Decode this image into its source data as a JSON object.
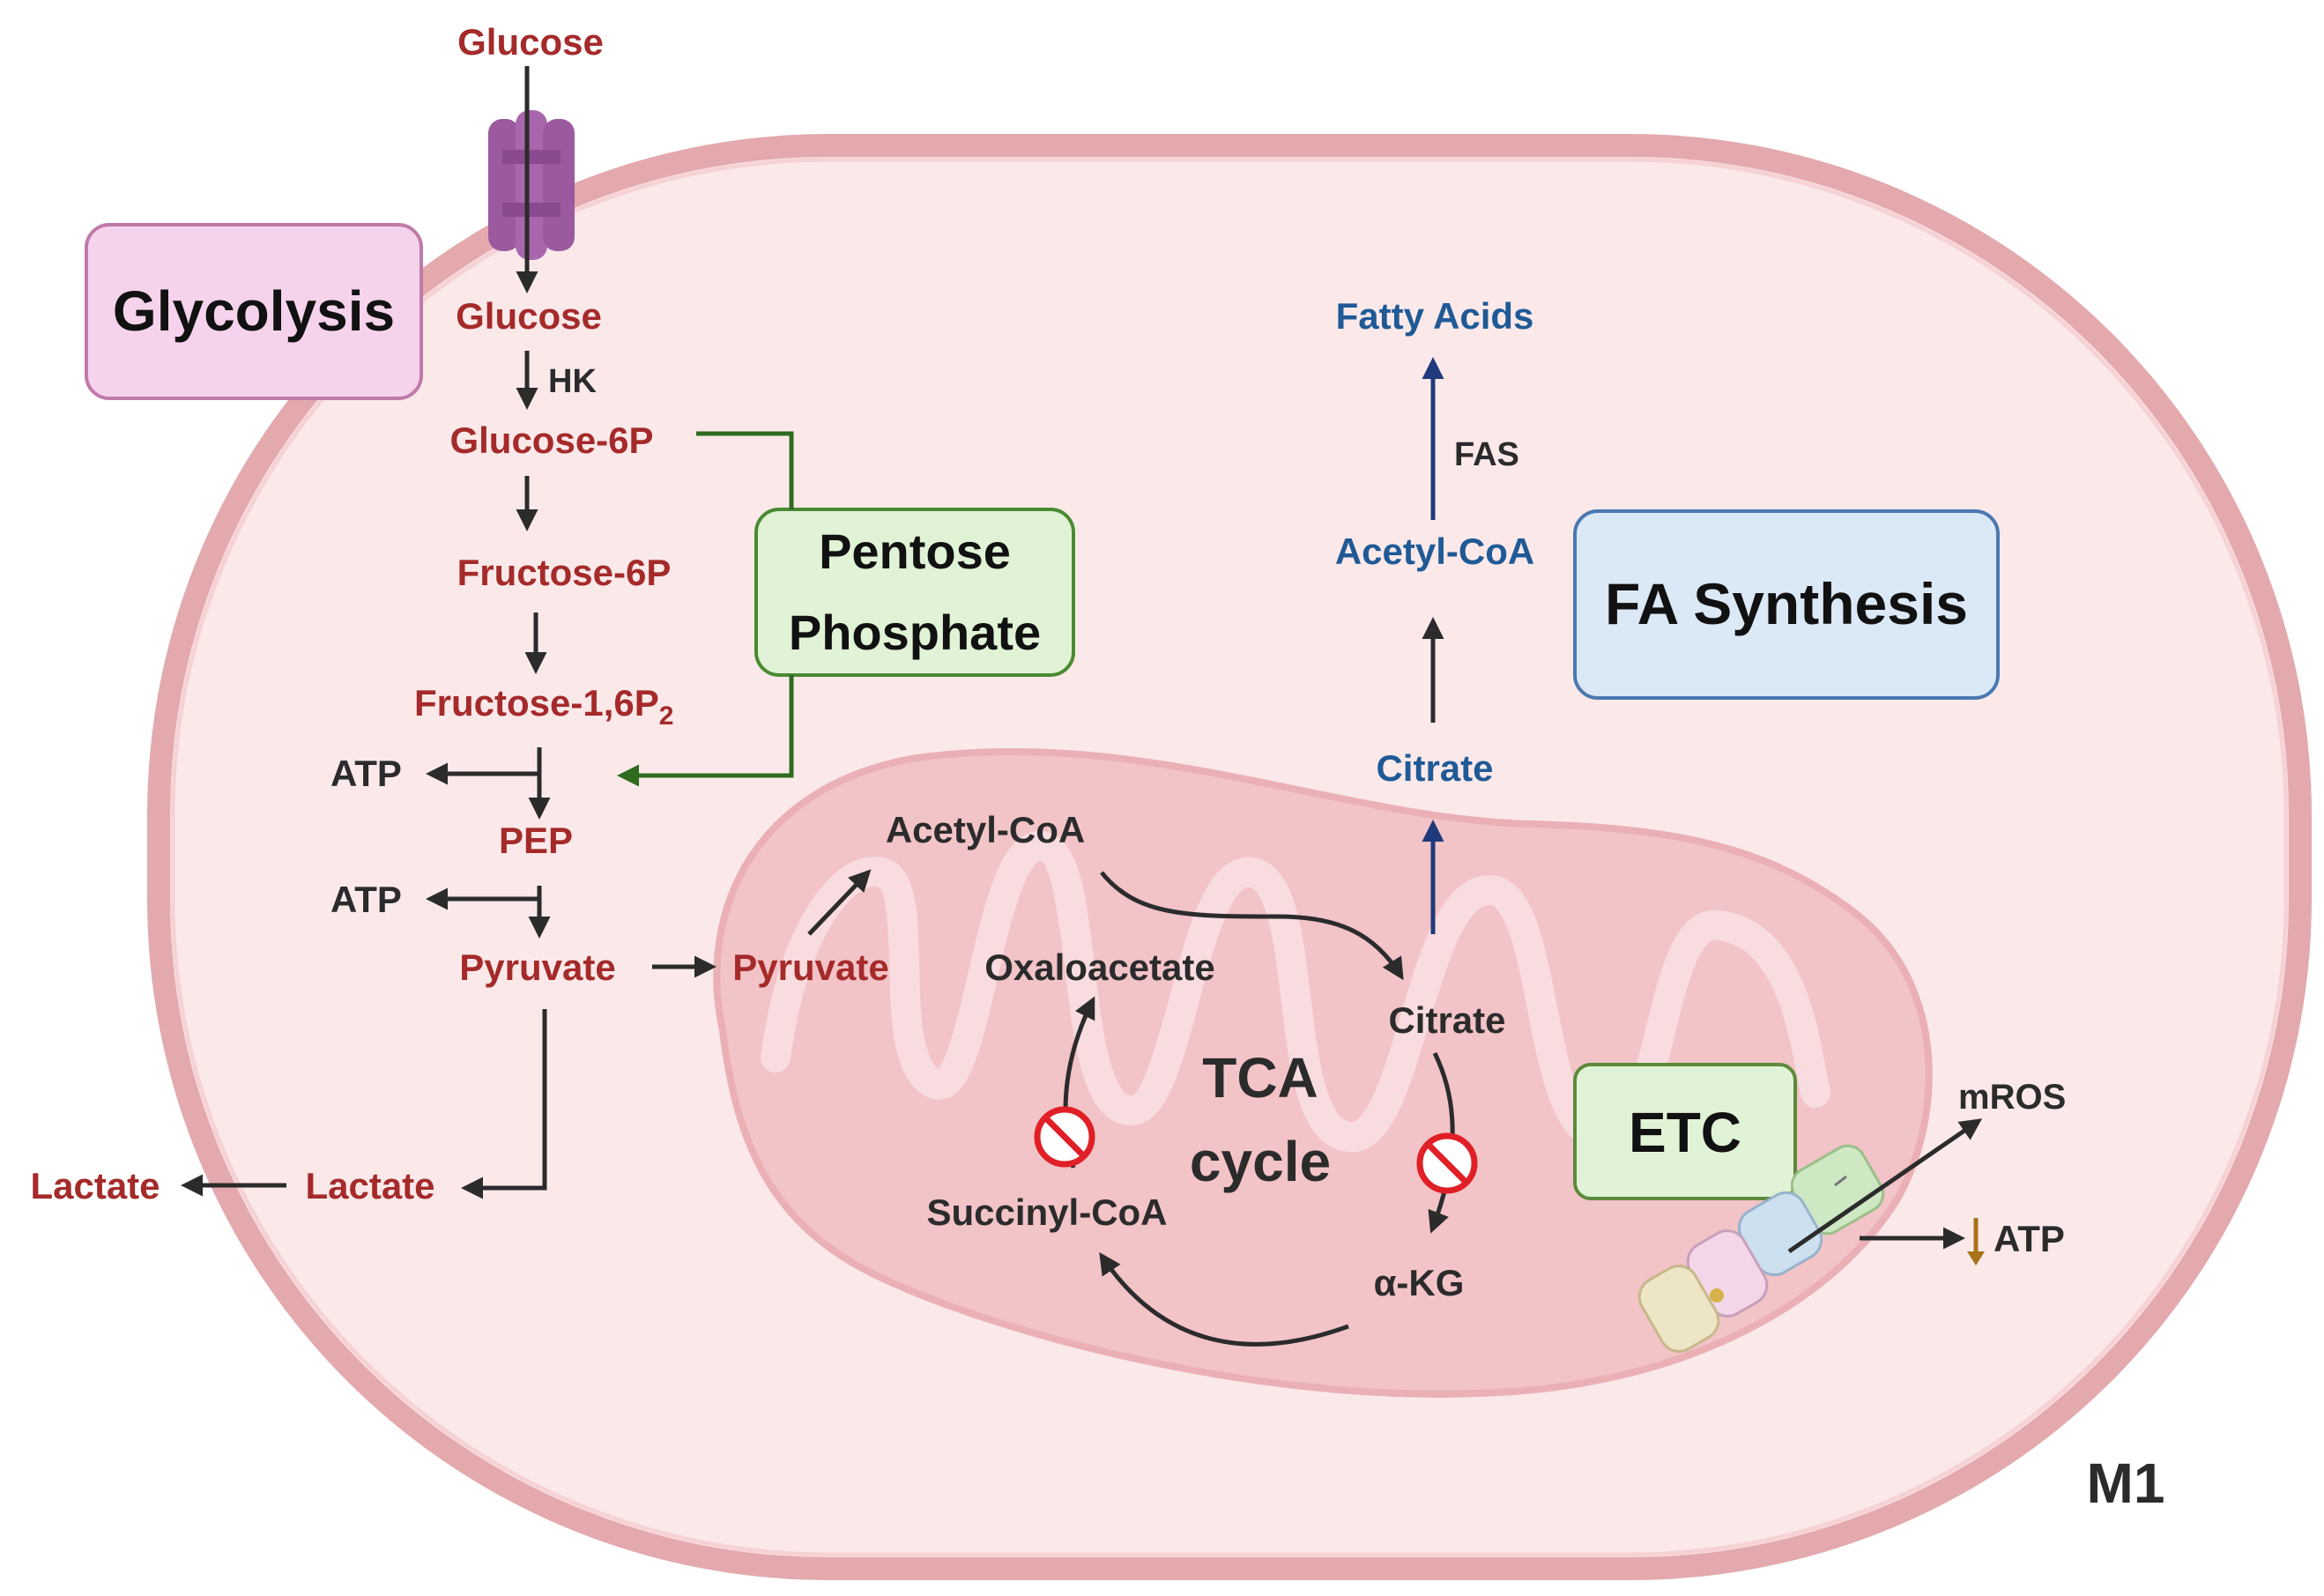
{
  "boxes": {
    "glycolysis": "Glycolysis",
    "pentose_line1": "Pentose",
    "pentose_line2": "Phosphate",
    "fa_synthesis": "FA Synthesis",
    "etc": "ETC",
    "tca_line1": "TCA",
    "tca_line2": "cycle"
  },
  "glycolysis": {
    "glucose_out": "Glucose",
    "glucose_in": "Glucose",
    "hk": "HK",
    "g6p": "Glucose-6P",
    "f6p": "Fructose-6P",
    "f16p": "Fructose-1,6P",
    "f16p_sub": "2",
    "atp1": "ATP",
    "pep": "PEP",
    "atp2": "ATP",
    "pyruvate": "Pyruvate",
    "lactate_in": "Lactate",
    "lactate_out": "Lactate"
  },
  "mito": {
    "pyruvate": "Pyruvate",
    "acetyl_coa": "Acetyl-CoA",
    "oxaloacetate": "Oxaloacetate",
    "citrate": "Citrate",
    "succinyl_coa": "Succinyl-CoA",
    "akg": "α-KG"
  },
  "fa": {
    "fatty_acids": "Fatty Acids",
    "fas": "FAS",
    "acetyl_coa": "Acetyl-CoA",
    "citrate": "Citrate"
  },
  "etc_out": {
    "mros": "mROS",
    "atp": "ATP"
  },
  "cell_label": "M1",
  "colors": {
    "metabolite_red": "#a52a2a",
    "fa_blue": "#1f5a96",
    "pentose_green": "#2e6b1f",
    "cell_fill": "#fbe9ea",
    "membrane": "#e3a9ad",
    "mito_fill": "#f2c3c7"
  }
}
